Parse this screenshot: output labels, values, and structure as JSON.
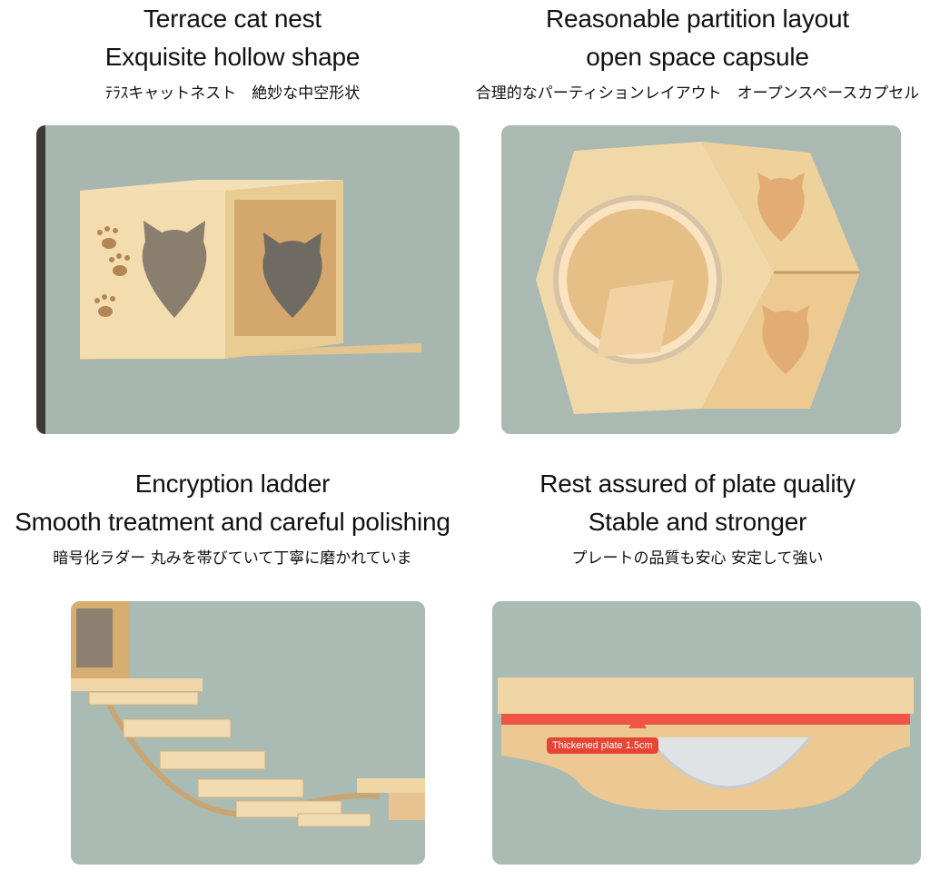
{
  "panels": [
    {
      "title_line1": "Terrace cat nest",
      "title_line2": "Exquisite hollow shape",
      "jp_caption": "ﾃﾗｽキャットネスト　絶妙な中空形状"
    },
    {
      "title_line1": "Reasonable partition layout",
      "title_line2": "open space capsule",
      "jp_caption": "合理的なパーティションレイアウト　オープンスペースカプセル"
    },
    {
      "title_line1": "Encryption ladder",
      "title_line2": "Smooth treatment and careful polishing",
      "jp_caption": "暗号化ラダー 丸みを帯びていて丁寧に磨かれていま"
    },
    {
      "title_line1": "Rest assured of plate quality",
      "title_line2": "Stable and stronger",
      "jp_caption": "プレートの品質も安心 安定して強い",
      "callout": "Thickened plate 1.5cm"
    }
  ],
  "colors": {
    "wall": "#a9b8b0",
    "wood": "#f0d6a6",
    "wood_dark": "#d9b47e",
    "plate_highlight": "#ee5544"
  }
}
